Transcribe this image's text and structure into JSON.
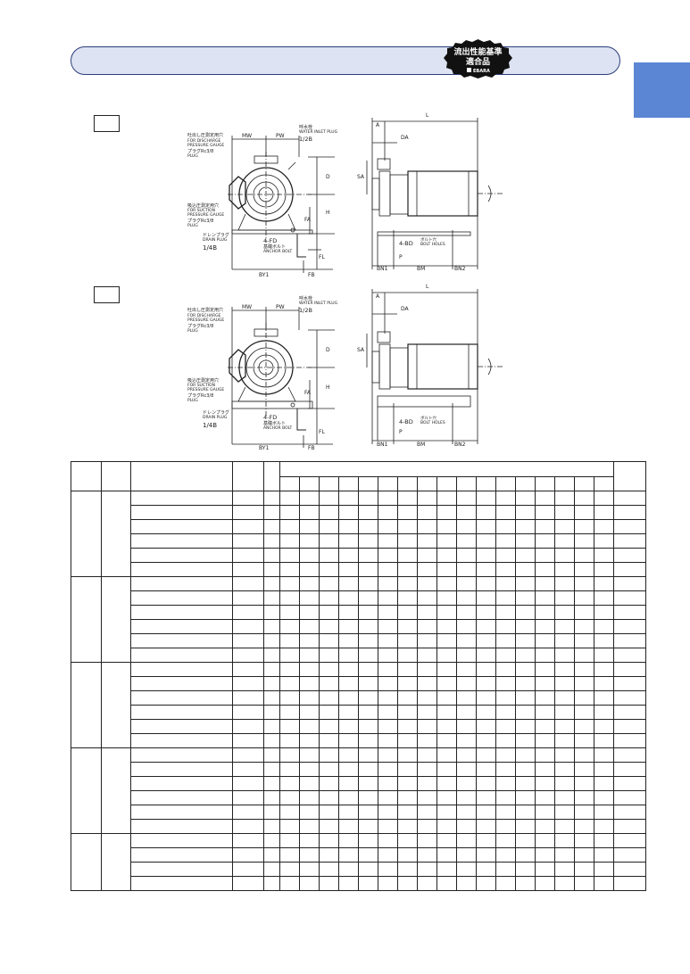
{
  "header": {
    "badge": {
      "line1": "流出性能基準",
      "line2": "適合品",
      "brand": "EBARA"
    }
  },
  "figures": [
    {
      "labels": {
        "mw": "MW",
        "pw": "PW",
        "d": "D",
        "h": "H",
        "fa": "FA",
        "fl": "FL",
        "by1": "BY1",
        "fb": "FB",
        "a": "A",
        "da": "DA",
        "l": "L",
        "sa": "SA",
        "bn1": "BN1",
        "bm": "BM",
        "bn2": "BN2",
        "p": "P",
        "discharge_jp": "吐出し圧測定用穴",
        "discharge_en1": "FOR DISCHARGE",
        "discharge_en2": "PRESSURE GAUGE",
        "plug38_jp": "プラグRc3/8",
        "plug_en": "PLUG",
        "suction_jp": "吸込圧測定用穴",
        "suction_en1": "FOR SUCTION",
        "suction_en2": "PRESSURE GAUGE",
        "drain_jp": "ドレンプラグ",
        "drain_en": "DRAIN PLUG",
        "drain_size": "1/4B",
        "inlet_jp": "呼水栓",
        "inlet_en": "WATER INLET PLUG",
        "inlet_size": "1/2B",
        "fd": "4-FD",
        "anchor_jp": "基礎ボルト",
        "anchor_en": "ANCHOR BOLT",
        "bd": "4-BD",
        "boltholes_jp": "ボルト穴",
        "boltholes_en": "BOLT HOLES"
      }
    },
    {
      "labels": {
        "mw": "MW",
        "pw": "PW",
        "d": "D",
        "h": "H",
        "fa": "FA",
        "fl": "FL",
        "by1": "BY1",
        "fb": "FB",
        "a": "A",
        "da": "DA",
        "l": "L",
        "sa": "SA",
        "bn1": "BN1",
        "bm": "BM",
        "bn2": "BN2",
        "p": "P",
        "discharge_jp": "吐出し圧測定用穴",
        "discharge_en1": "FOR DISCHARGE",
        "discharge_en2": "PRESSURE GAUGE",
        "plug38_jp": "プラグRc3/8",
        "plug_en": "PLUG",
        "suction_jp": "吸込圧測定用穴",
        "suction_en1": "FOR SUCTION",
        "suction_en2": "PRESSURE GAUGE",
        "drain_jp": "ドレンプラグ",
        "drain_en": "DRAIN PLUG",
        "drain_size": "1/4B",
        "inlet_jp": "呼水栓",
        "inlet_en": "WATER INLET PLUG",
        "inlet_size": "1/2B",
        "fd": "4-FD",
        "anchor_jp": "基礎ボルト",
        "anchor_en": "ANCHOR BOLT",
        "bd": "4-BD",
        "boltholes_jp": "ボルト穴",
        "boltholes_en": "BOLT HOLES"
      }
    }
  ],
  "colors": {
    "accent": "#5b86d4",
    "header_fill": "#dde3f2",
    "header_border": "#2b3e7a",
    "badge": "#111111"
  },
  "table": {
    "group_row_counts": [
      6,
      6,
      6,
      6,
      4
    ]
  }
}
